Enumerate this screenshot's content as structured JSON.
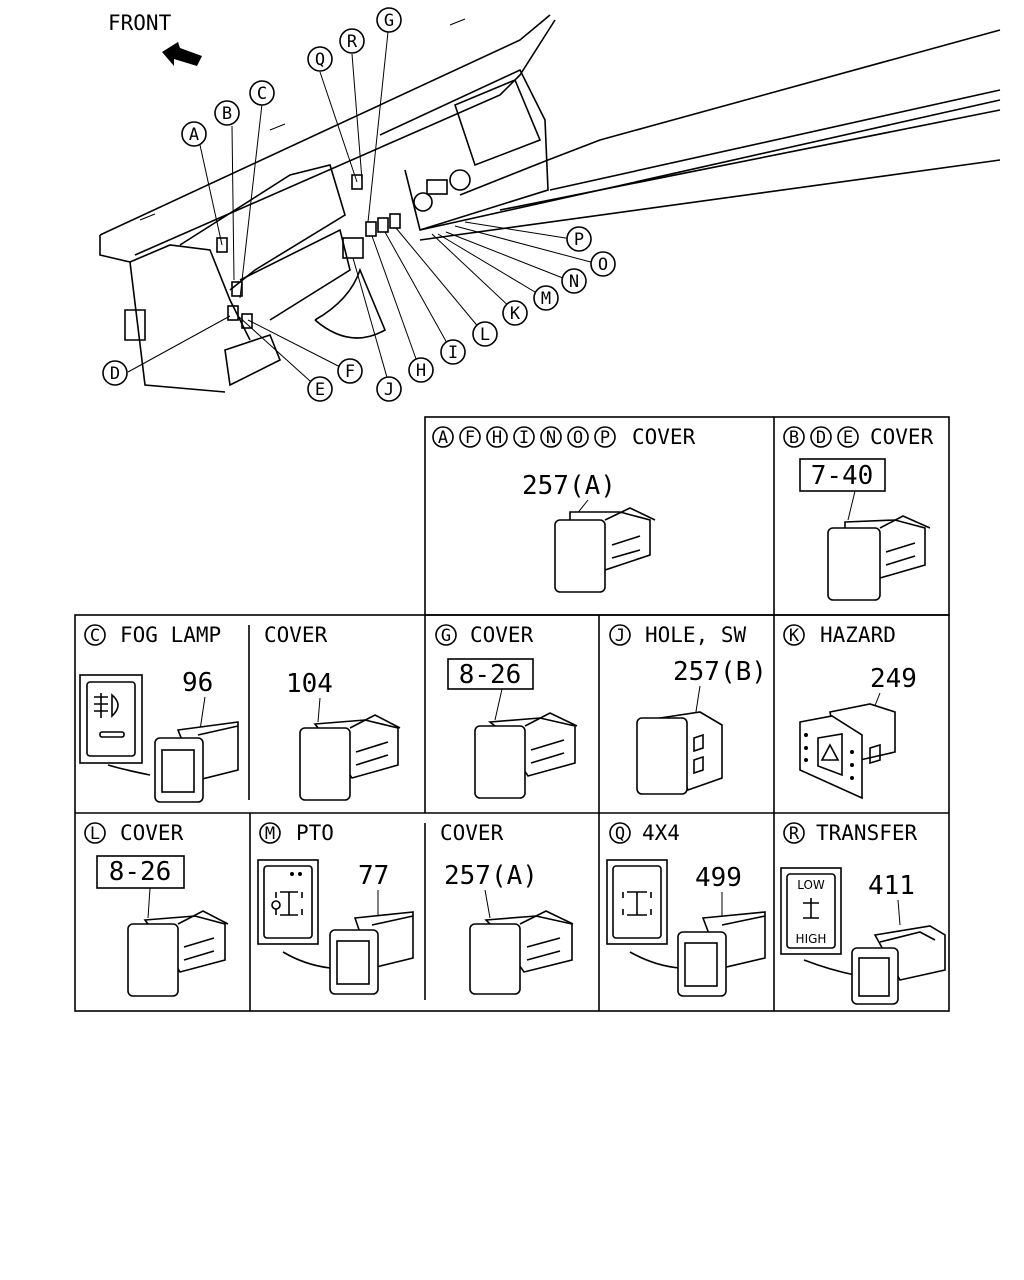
{
  "front_label": "FRONT",
  "callouts": [
    "A",
    "B",
    "C",
    "D",
    "E",
    "F",
    "G",
    "H",
    "I",
    "J",
    "K",
    "L",
    "M",
    "N",
    "O",
    "P",
    "Q",
    "R"
  ],
  "panels": {
    "afhinop": {
      "letters": [
        "A",
        "F",
        "H",
        "I",
        "N",
        "O",
        "P"
      ],
      "title": "COVER",
      "part": "257(A)"
    },
    "bde": {
      "letters": [
        "B",
        "D",
        "E"
      ],
      "title": "COVER",
      "ref": "7-40"
    },
    "c": {
      "letter": "C",
      "title": "FOG LAMP",
      "part": "96"
    },
    "c_cover": {
      "title": "COVER",
      "part": "104"
    },
    "g": {
      "letter": "G",
      "title": "COVER",
      "ref": "8-26"
    },
    "j": {
      "letter": "J",
      "title": "HOLE, SW",
      "part": "257(B)"
    },
    "k": {
      "letter": "K",
      "title": "HAZARD",
      "part": "249"
    },
    "l": {
      "letter": "L",
      "title": "COVER",
      "ref": "8-26"
    },
    "m": {
      "letter": "M",
      "title": "PTO",
      "part": "77"
    },
    "m_cover": {
      "title": "COVER",
      "part": "257(A)"
    },
    "q": {
      "letter": "Q",
      "title": "4X4",
      "part": "499"
    },
    "r": {
      "letter": "R",
      "title": "TRANSFER",
      "part": "411",
      "label_low": "LOW",
      "label_high": "HIGH"
    }
  }
}
